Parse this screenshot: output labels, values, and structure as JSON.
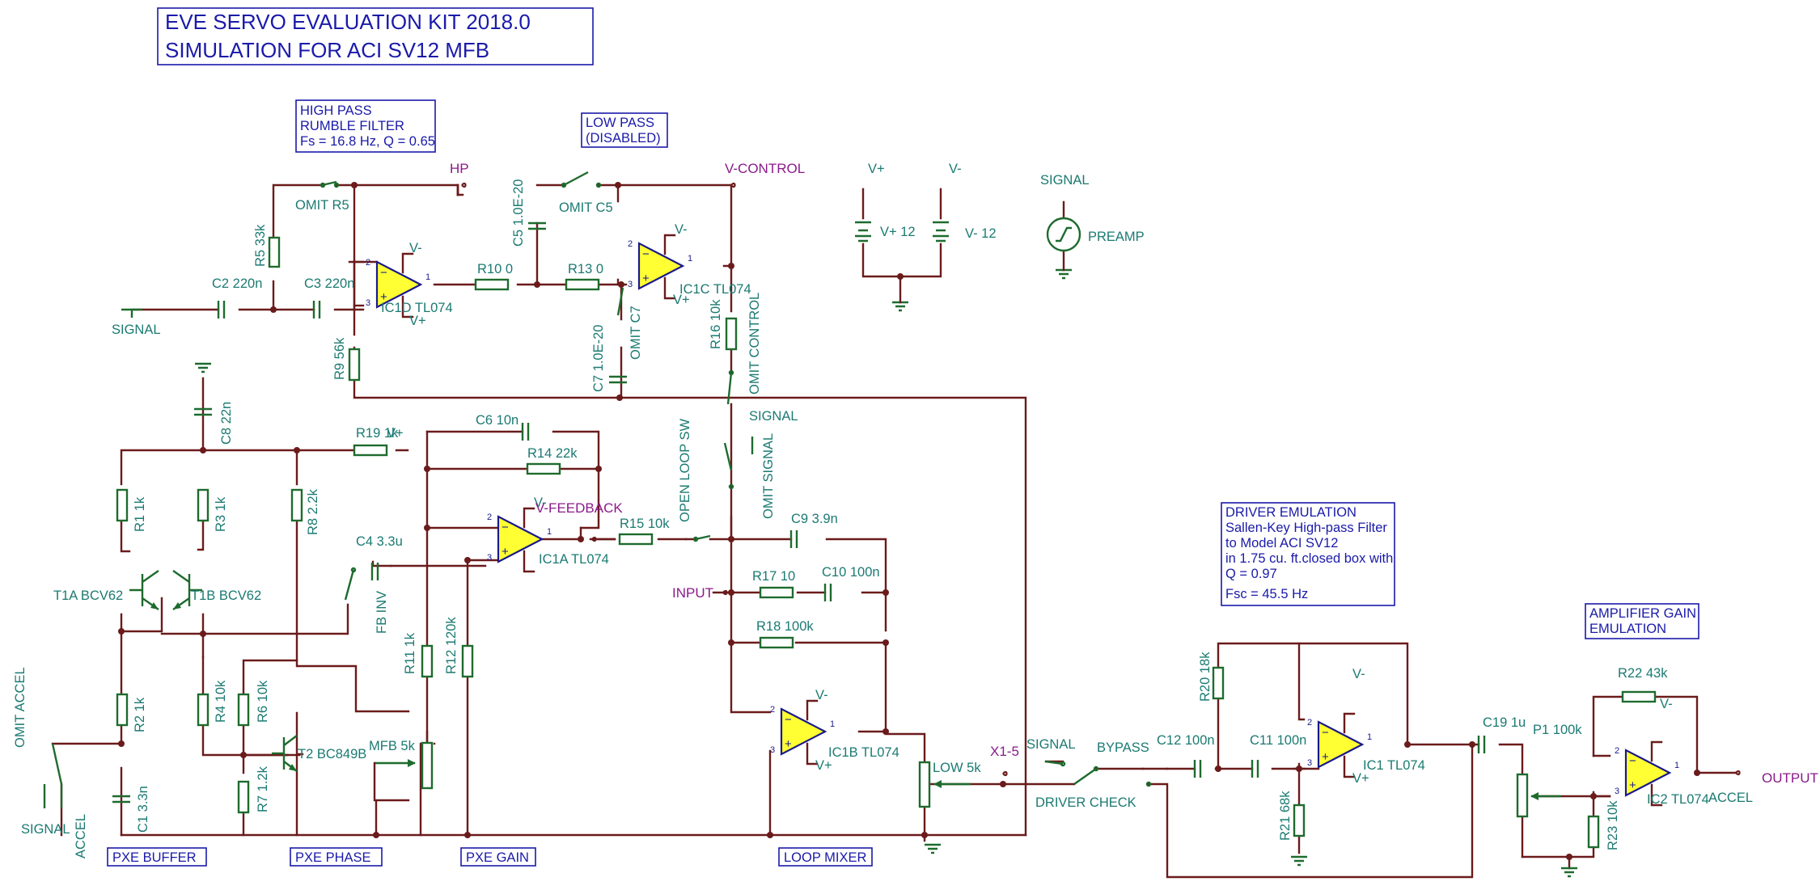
{
  "title": {
    "line1": "EVE SERVO EVALUATION KIT 2018.0",
    "line2": "SIMULATION FOR ACI SV12 MFB"
  },
  "notes": {
    "hp": [
      "HIGH PASS",
      "RUMBLE FILTER",
      "Fs = 16.8 Hz, Q = 0.65"
    ],
    "lp": [
      "LOW PASS",
      "(DISABLED)"
    ],
    "driver": [
      "DRIVER EMULATION",
      "Sallen-Key High-pass Filter",
      "to Model ACI SV12",
      "in 1.75 cu. ft.closed box with",
      "Q = 0.97",
      "Fsc = 45.5 Hz"
    ],
    "amp": [
      "AMPLIFIER GAIN",
      "EMULATION"
    ]
  },
  "sections": {
    "pxe_buffer": "PXE BUFFER",
    "pxe_phase": "PXE PHASE",
    "pxe_gain": "PXE GAIN",
    "loop_mixer": "LOOP MIXER"
  },
  "ports": {
    "hp": "HP",
    "v_control": "V-CONTROL",
    "v_feedback": "V-FEEDBACK",
    "input": "INPUT",
    "x1_5": "X1-5",
    "output": "OUTPUT"
  },
  "supplies": {
    "vplus_label": "V+",
    "vminus_label": "V-",
    "vplus_value": "V+ 12",
    "vminus_value": "V- 12",
    "signal_label": "SIGNAL",
    "preamp": "PREAMP"
  },
  "opamps": {
    "ic1d": "IC1D TL074",
    "ic1c": "IC1C TL074",
    "ic1a": "IC1A TL074",
    "ic1b": "IC1B TL074",
    "ic1": "IC1 TL074",
    "ic2": "IC2 TL074"
  },
  "components": {
    "r5": "R5 33k",
    "c2": "C2 220n",
    "c3": "C3 220n",
    "r9": "R9 56k",
    "r10": "R10 0",
    "r13": "R13 0",
    "c5": "C5 1.0E-20",
    "c7": "C7 1.0E-20",
    "r16": "R16 10k",
    "c8": "C8 22n",
    "r19": "R19 1k",
    "c6": "C6 10n",
    "r14": "R14 22k",
    "r1": "R1 1k",
    "r3": "R3 1k",
    "r8": "R8 2.2k",
    "t1a": "T1A BCV62",
    "t1b": "T1B BCV62",
    "c4": "C4 3.3u",
    "r15": "R15 10k",
    "c9": "C9 3.9n",
    "r17": "R17 10",
    "c10": "C10 100n",
    "r18": "R18 100k",
    "r11": "R11 1k",
    "r12": "R12 120k",
    "r2": "R2 1k",
    "r4": "R4 10k",
    "r6": "R6 10k",
    "r7": "R7 1.2k",
    "t2": "T2 BC849B",
    "c1": "C1 3.3n",
    "mfb": "MFB 5k",
    "low": "LOW 5k",
    "r20": "R20 18k",
    "r21": "R21 68k",
    "c12": "C12 100n",
    "c11": "C11 100n",
    "c19": "C19 1u",
    "p1": "P1 100k",
    "r22": "R22 43k",
    "r23": "R23 10k"
  },
  "switches": {
    "omit_r5": "OMIT R5",
    "omit_c5": "OMIT C5",
    "omit_c7": "OMIT C7",
    "omit_control": "OMIT CONTROL",
    "open_loop": "OPEN LOOP SW",
    "omit_signal": "OMIT SIGNAL",
    "fb_inv": "FB INV",
    "omit_accel": "OMIT ACCEL",
    "signal_sw": "SIGNAL",
    "accel_sw": "ACCEL",
    "signal_in": "SIGNAL",
    "signal2": "SIGNAL",
    "bypass": "BYPASS",
    "driver_check": "DRIVER CHECK",
    "accel_out": "ACCEL",
    "signal_top": "SIGNAL"
  },
  "colors": {
    "wire": "#6b1b1b",
    "component": "#1e6b2e",
    "label": "#1b7a72",
    "opamp_fill": "#ffff33",
    "note_border": "#1a1aaa",
    "port": "#8a1a8a"
  }
}
